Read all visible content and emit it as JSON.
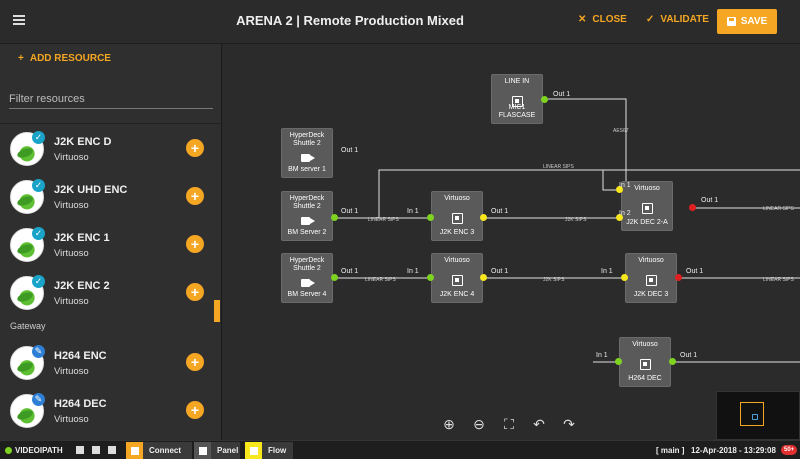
{
  "header": {
    "title": "ARENA 2 | Remote Production Mixed",
    "close_label": "CLOSE",
    "validate_label": "VALIDATE",
    "save_label": "SAVE",
    "accent_color": "#f5a623"
  },
  "sidebar": {
    "add_resource_label": "ADD RESOURCE",
    "filter_placeholder": "Filter resources",
    "group_label": "Gateway",
    "resources": [
      {
        "name": "J2K ENC D",
        "vendor": "Virtuoso"
      },
      {
        "name": "J2K UHD ENC",
        "vendor": "Virtuoso"
      },
      {
        "name": "J2K ENC 1",
        "vendor": "Virtuoso"
      },
      {
        "name": "J2K ENC 2",
        "vendor": "Virtuoso"
      },
      {
        "name": "H264 ENC",
        "vendor": "Virtuoso"
      },
      {
        "name": "H264 DEC",
        "vendor": "Virtuoso"
      }
    ]
  },
  "canvas": {
    "nodes": {
      "linein": {
        "title": "LINE IN",
        "bottom": "MIC1 FLASCASE",
        "icon": "chip-icon",
        "out": "Out 1"
      },
      "bm1": {
        "title": "HyperDeck Shuttle 2",
        "bottom": "BM server 1",
        "icon": "camera-icon",
        "out": "Out 1"
      },
      "bm2": {
        "title": "HyperDeck Shuttle 2",
        "bottom": "BM Server 2",
        "icon": "camera-icon",
        "out": "Out 1"
      },
      "bm4": {
        "title": "HyperDeck Shuttle 2",
        "bottom": "BM Server 4",
        "icon": "camera-icon",
        "out": "Out 1"
      },
      "enc3": {
        "title": "Virtuoso",
        "bottom": "J2K ENC 3",
        "icon": "chip-icon",
        "in": "In 1",
        "out": "Out 1"
      },
      "enc4": {
        "title": "Virtuoso",
        "bottom": "J2K ENC 4",
        "icon": "chip-icon",
        "in": "In 1",
        "out": "Out 1"
      },
      "dec2a": {
        "title": "Virtuoso",
        "bottom": "J2K DEC 2-A",
        "icon": "chip-icon",
        "in1": "In 1",
        "in2": "In 2",
        "out": "Out 1"
      },
      "dec3": {
        "title": "Virtuoso",
        "bottom": "J2K DEC 3",
        "icon": "chip-icon",
        "in": "In 1",
        "out": "Out 1"
      },
      "h264dec": {
        "title": "Virtuoso",
        "bottom": "H264 DEC",
        "icon": "chip-icon",
        "in": "In 1",
        "out": "Out 1"
      }
    },
    "wire_labels": {
      "aes67": "AES67",
      "linear_sips": "LINEAR SIPS",
      "j2k_sips": "J2K SIPS"
    }
  },
  "toolbar": {
    "icons": [
      "zoom-in-icon",
      "zoom-out-icon",
      "fit-screen-icon",
      "undo-icon",
      "redo-icon"
    ]
  },
  "footer": {
    "brand": "VIDEOIPATH",
    "tabs": {
      "connect": "Connect",
      "panel": "Panel",
      "flow": "Flow"
    },
    "context": "[ main ]",
    "datetime": "12-Apr-2018 - 13:29:08",
    "badge": "50+"
  }
}
